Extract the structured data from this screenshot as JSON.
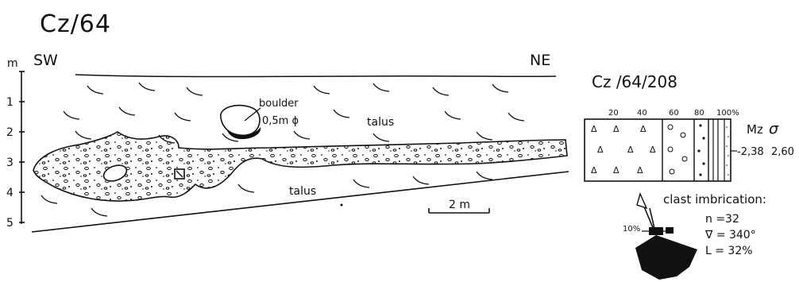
{
  "figure": {
    "site_id": "Cz/64",
    "direction_left": "SW",
    "direction_right": "NE",
    "depth_axis": {
      "unit": "m",
      "ticks": [
        "1",
        "2",
        "3",
        "4",
        "5"
      ]
    },
    "labels": {
      "boulder": "boulder",
      "boulder_size": "0,5m ϕ",
      "talus_upper": "talus",
      "talus_lower": "talus"
    },
    "scale_bar": "2 m"
  },
  "sample_panel": {
    "sample_id": "Cz /64/208",
    "percent_ticks": [
      "20",
      "40",
      "60",
      "80",
      "100%"
    ],
    "stat_headers": [
      "Mz",
      "σ"
    ],
    "stat_values": [
      "-2,38",
      "2,60"
    ],
    "clast_title": "clast imbrication:",
    "rose_scale": "10%",
    "n": "n =32",
    "vector_mean": "∇ = 340°",
    "vector_strength": "L = 32%"
  }
}
